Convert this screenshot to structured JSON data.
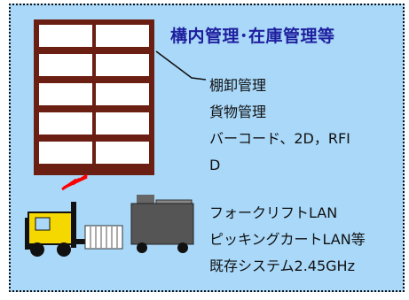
{
  "title": "構内管理･在庫管理等",
  "upper_items": [
    "棚卸管理",
    "貨物管理",
    "バーコード、2D，RFI",
    "D"
  ],
  "lower_items": [
    "フォークリフトLAN",
    "ピッキングカートLAN等",
    "既存システム2.45GHz"
  ],
  "colors": {
    "panel_bg": "#a9d8f9",
    "shelf": "#6b1f12",
    "title": "#1f1f9e",
    "signal": "#ff0000",
    "forklift": "#f5d800",
    "cart": "#555555"
  }
}
